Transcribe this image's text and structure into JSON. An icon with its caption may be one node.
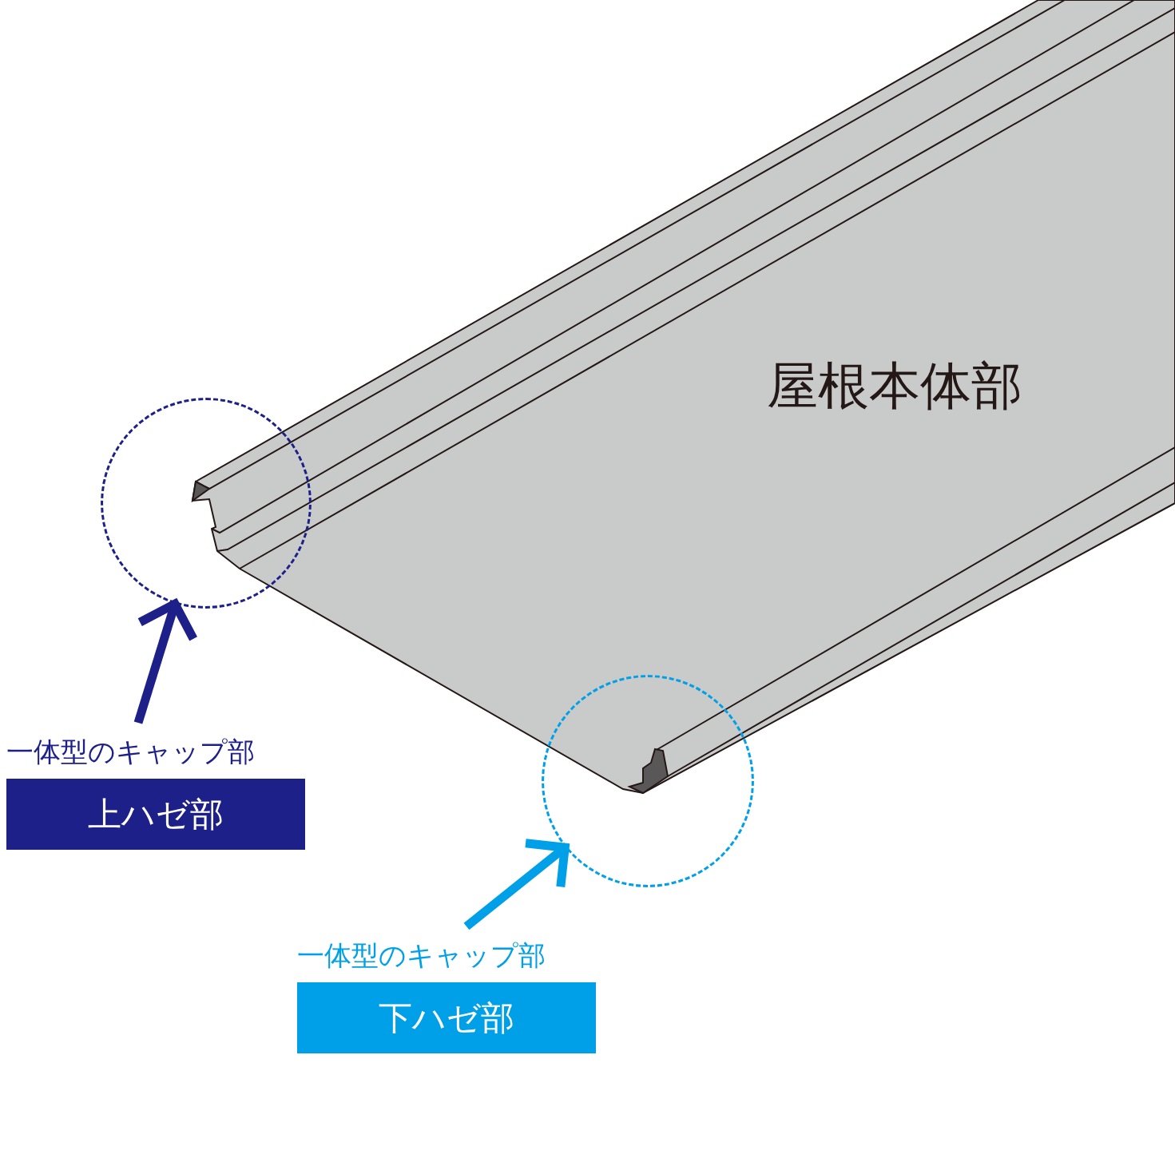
{
  "diagram": {
    "nodes": [
      {
        "text": [],
        "shape": "circle"
      },
      {
        "text": [],
        "shape": "circle"
      },
      {
        "text": [
          "一体型のキャップ部",
          "上ハゼ部"
        ]
      },
      {
        "text": [
          "一体型のキャップ部",
          "下ハゼ部"
        ]
      }
    ],
    "edges": [
      {
        "from": 2,
        "to": 0,
        "arrow": "to",
        "color": "#1d2088"
      },
      {
        "from": 3,
        "to": 1,
        "arrow": "to",
        "color": "#00a0e9"
      }
    ],
    "labels": [
      "屋根本体部"
    ]
  }
}
